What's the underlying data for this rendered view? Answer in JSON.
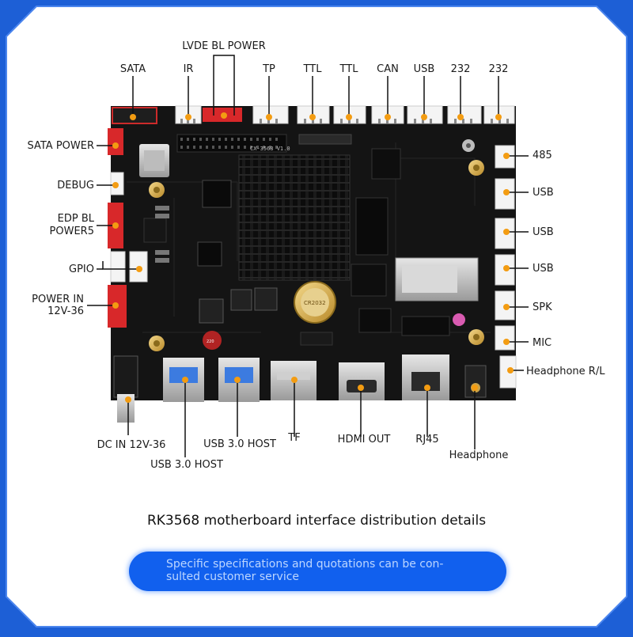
{
  "labels": {
    "sata": "SATA",
    "ir": "IR",
    "lvde_bl_power": "LVDE BL POWER",
    "tp": "TP",
    "ttl_1": "TTL",
    "ttl_2": "TTL",
    "can": "CAN",
    "usb_top": "USB",
    "rs232_1": "232",
    "rs232_2": "232",
    "sata_power": "SATA POWER",
    "debug": "DEBUG",
    "edp_bl_line1": "EDP BL",
    "edp_bl_line2": "POWER5",
    "gpio": "GPIO",
    "power_in_line1": "POWER IN",
    "power_in_line2": "12V-36",
    "rs485": "485",
    "usb_r1": "USB",
    "usb_r2": "USB",
    "usb_r3": "USB",
    "spk": "SPK",
    "mic": "MIC",
    "headphone_rl": "Headphone R/L",
    "dc_in": "DC IN 12V-36",
    "usb30_host_1": "USB 3.0 HOST",
    "usb30_host_2": "USB 3.0 HOST",
    "tf": "TF",
    "hdmi_out": "HDMI OUT",
    "rj45": "RJ45",
    "headphone": "Headphone"
  },
  "board": {
    "silkscreen_model": "CX-3568 V1.0",
    "battery_text": "CR2032"
  },
  "caption": "RK3568 motherboard interface distribution details",
  "notice": "Specific specifications and quotations can be con-\nsulted customer service",
  "colors": {
    "background_blue": "#1d5fd6",
    "panel": "#ffffff",
    "leader": "#111111",
    "marker": "#f39c12",
    "board": "#141414",
    "red_connector": "#d8282a",
    "pill": "#1160ee"
  }
}
